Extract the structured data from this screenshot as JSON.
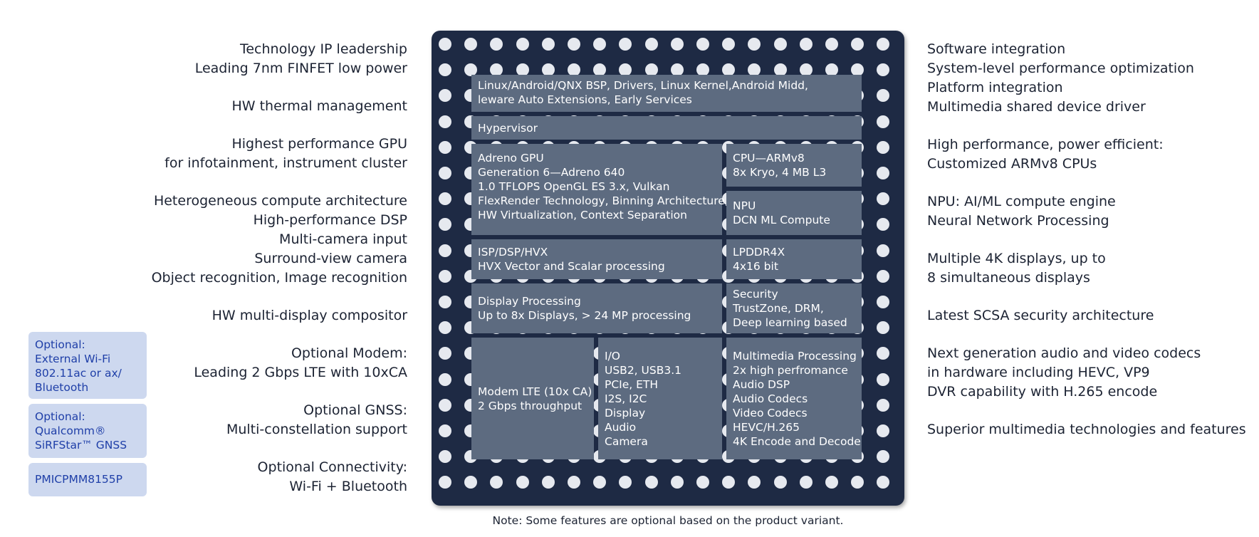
{
  "left_features": [
    [
      "Technology IP leadership",
      "Leading 7nm FINFET low power"
    ],
    [
      "HW thermal management"
    ],
    [
      "Highest performance GPU",
      "for infotainment, instrument cluster"
    ],
    [
      "Heterogeneous compute architecture",
      "High-performance DSP",
      "Multi-camera input",
      "Surround-view camera",
      "Object recognition, Image recognition"
    ],
    [
      "HW multi-display compositor"
    ],
    [
      "Optional Modem:",
      "Leading 2 Gbps LTE with 10xCA"
    ],
    [
      "Optional GNSS:",
      "Multi-constellation support"
    ],
    [
      "Optional Connectivity:",
      "Wi-Fi + Bluetooth"
    ]
  ],
  "right_features": [
    [
      "Software integration",
      "System-level performance optimization",
      "Platform integration",
      "Multimedia shared device driver"
    ],
    [
      "High performance, power efficient:",
      "Customized ARMv8 CPUs"
    ],
    [
      "NPU: AI/ML compute engine",
      "Neural Network Processing"
    ],
    [
      "Multiple 4K displays, up to",
      "8 simultaneous displays"
    ],
    [
      "Latest SCSA security architecture"
    ],
    [
      "Next generation audio and video codecs",
      "in hardware including HEVC, VP9",
      "DVR capability with H.265 encode"
    ],
    [
      "Superior multimedia technologies and features"
    ]
  ],
  "optional_boxes": [
    [
      "Optional:",
      "External Wi-Fi",
      "802.11ac or ax/",
      "Bluetooth"
    ],
    [
      "Optional:",
      "Qualcomm®",
      "SiRFStar™ GNSS"
    ],
    [
      "PMICPMM8155P"
    ]
  ],
  "chip_blocks": {
    "bsp": [
      "Linux/Android/QNX BSP, Drivers, Linux Kernel,Android Midd,",
      "leware Auto Extensions, Early Services"
    ],
    "hypervisor": [
      "Hypervisor"
    ],
    "gpu": [
      "Adreno GPU",
      "Generation 6—Adreno 640",
      "1.0 TFLOPS OpenGL ES 3.x, Vulkan",
      "FlexRender Technology, Binning Architecture,",
      "HW Virtualization, Context Separation"
    ],
    "cpu": [
      "CPU—ARMv8",
      "8x Kryo, 4 MB L3"
    ],
    "npu": [
      "NPU",
      "DCN ML Compute"
    ],
    "isp": [
      "ISP/DSP/HVX",
      "HVX Vector and Scalar processing"
    ],
    "lpddr": [
      "LPDDR4X",
      "4x16 bit"
    ],
    "display": [
      "Display Processing",
      "Up to 8x Displays,  > 24 MP processing"
    ],
    "security": [
      "Security",
      "TrustZone, DRM,",
      "Deep learning based"
    ],
    "modem": [
      "Modem LTE (10x CA)",
      "2 Gbps throughput"
    ],
    "io": [
      "I/O",
      "USB2, USB3.1",
      "PCIe, ETH",
      "I2S, I2C",
      "Display",
      "Audio",
      "Camera"
    ],
    "multimedia": [
      "Multimedia Processing",
      "2x high perfromance",
      "Audio DSP",
      "Audio Codecs",
      "Video Codecs",
      "HEVC/H.265",
      "4K Encode and Decode"
    ]
  },
  "note": "Note: Some features are optional based on the product variant.",
  "colors": {
    "chip_background": "#1e2a44",
    "block_fill": "#5d6b80",
    "pin_dot": "#e6e9ef",
    "optional_box_fill": "#cdd8ef",
    "optional_box_text": "#1f3fa8",
    "text": "#1c2333"
  }
}
